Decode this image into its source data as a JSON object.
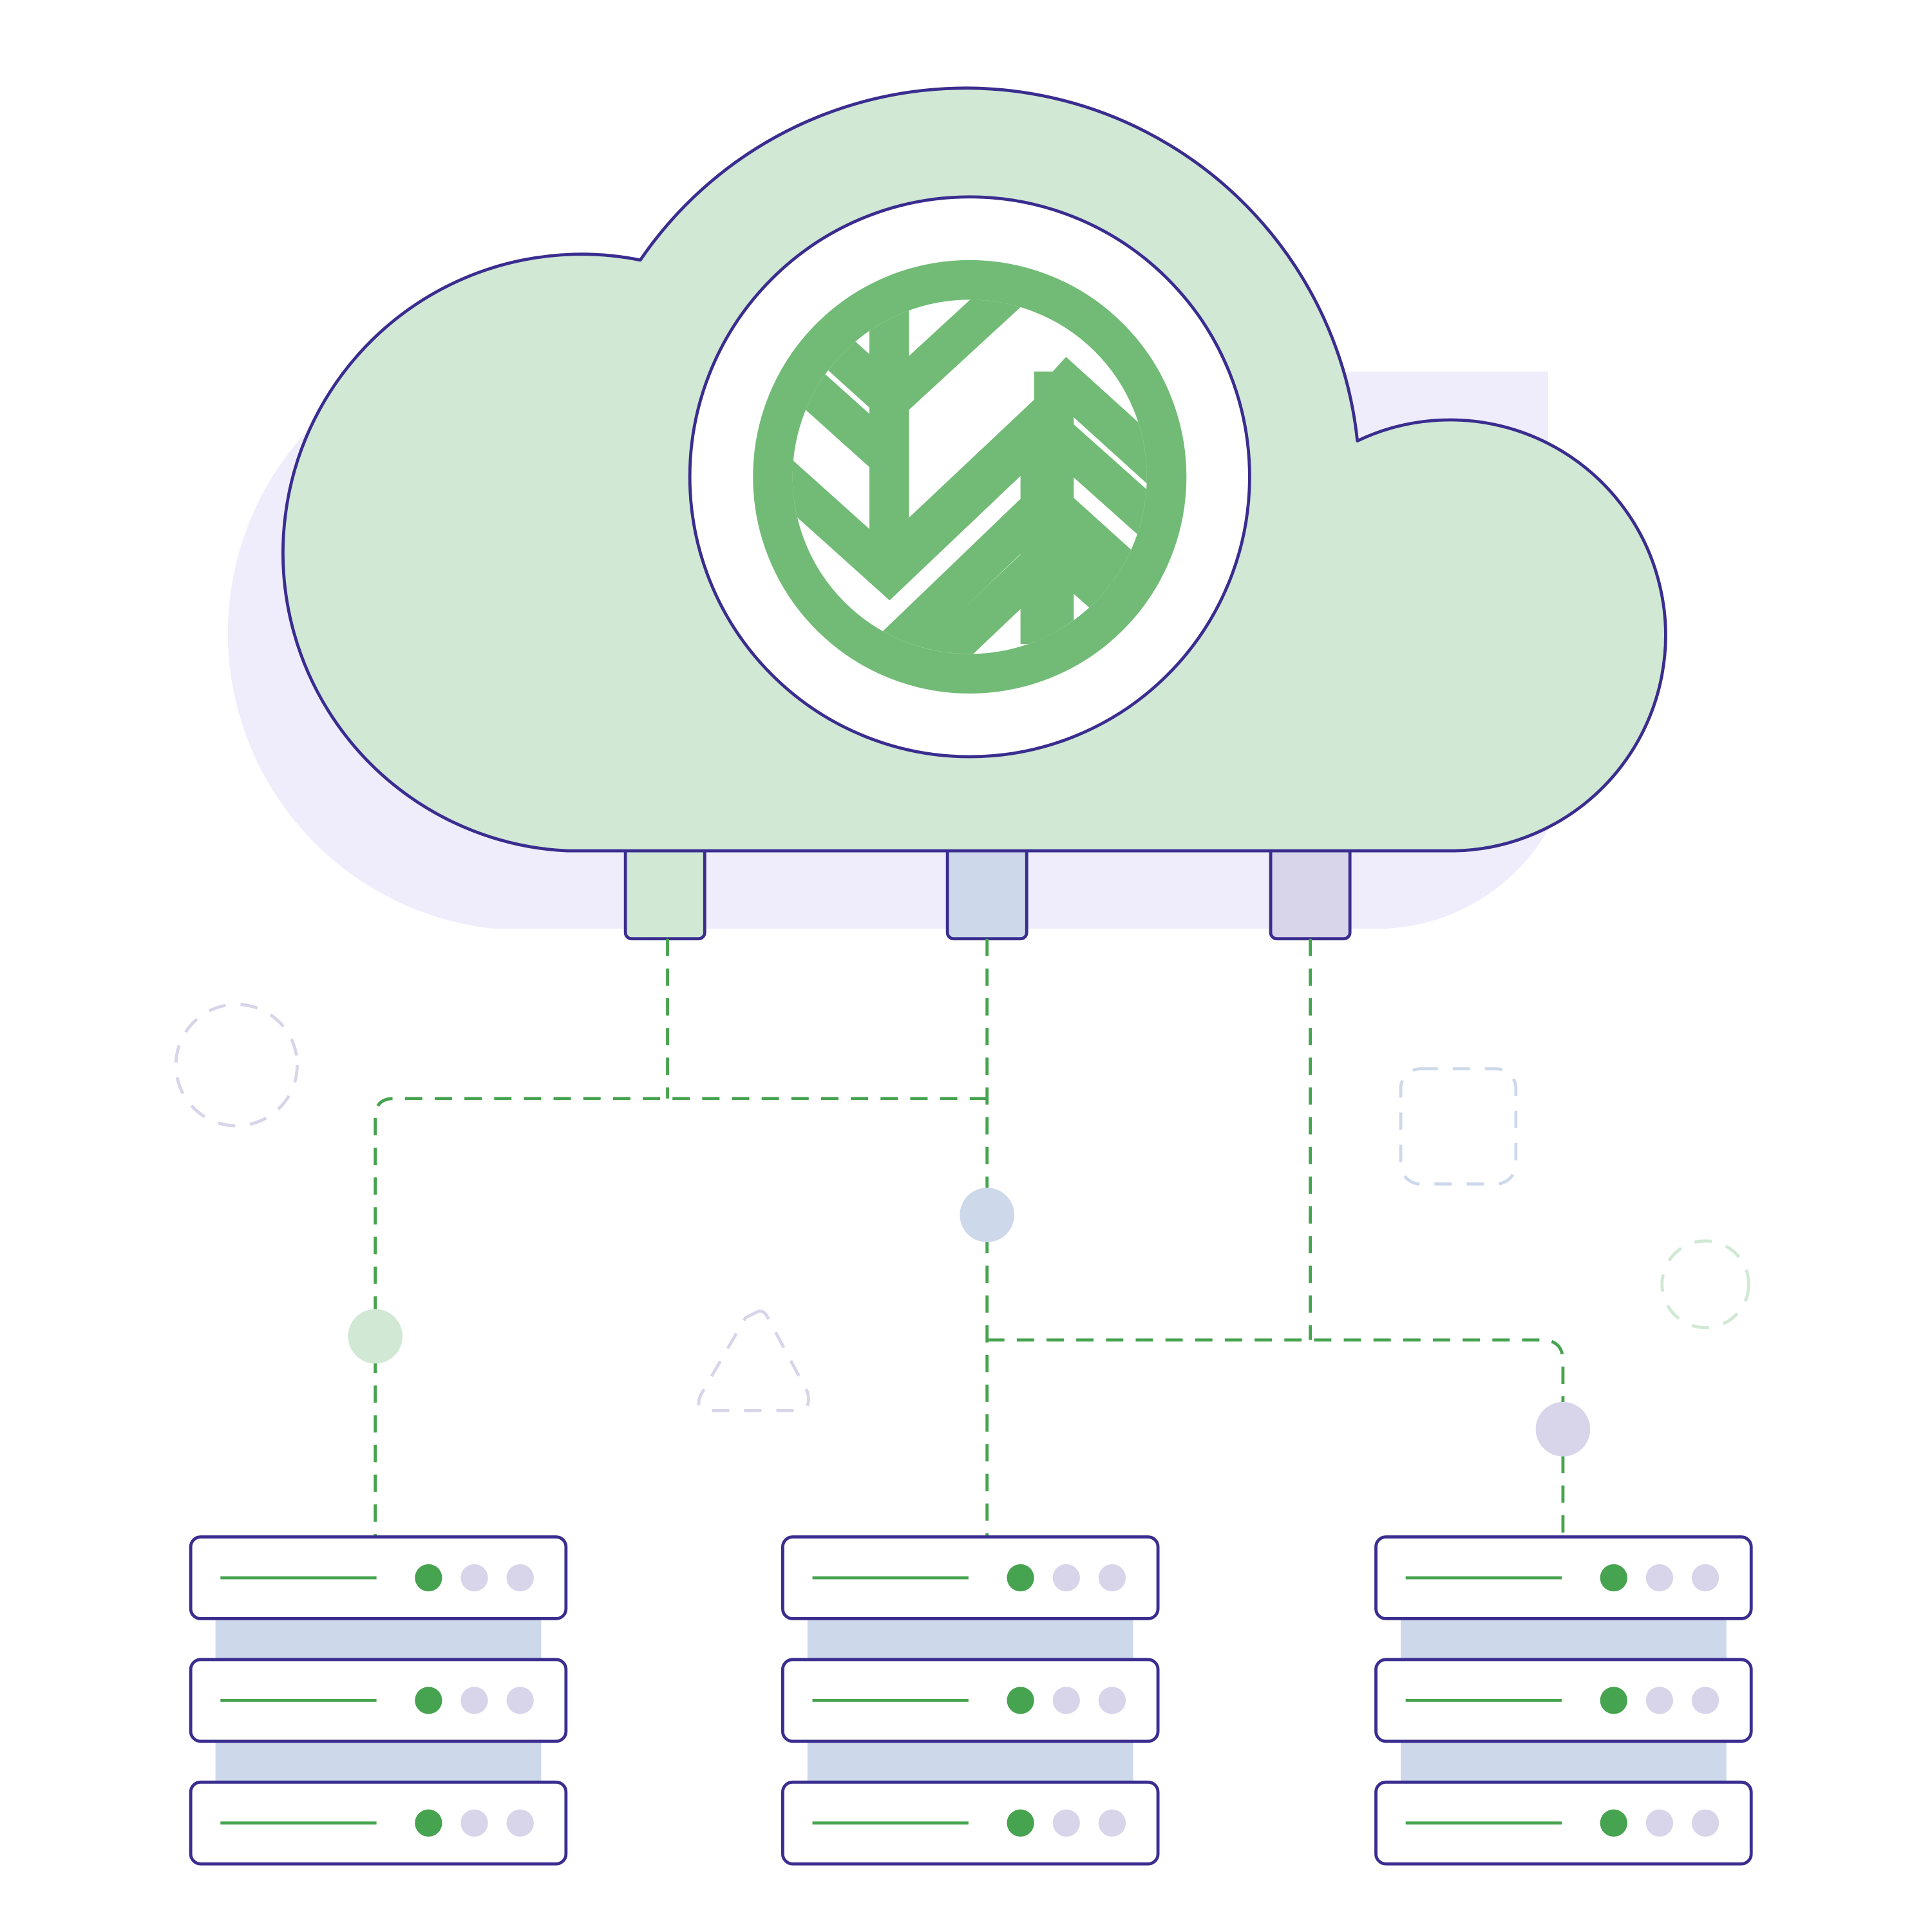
{
  "diagram": {
    "type": "cloud-to-server-network",
    "logo": {
      "name": "leaf-emblem",
      "color": "#72bb76"
    },
    "cloud": {
      "fill": "#d0e8d4",
      "shadow_fill": "#efedfb",
      "stroke": "#3a2d8f"
    },
    "connectors": [
      {
        "name": "connector-green",
        "fill": "#d0e8d4"
      },
      {
        "name": "connector-blue",
        "fill": "#cdd9ea"
      },
      {
        "name": "connector-purple",
        "fill": "#d8d4ea"
      }
    ],
    "junction_nodes": [
      {
        "name": "node-green",
        "fill": "#d0e8d4"
      },
      {
        "name": "node-blue",
        "fill": "#cdd9ea"
      },
      {
        "name": "node-purple",
        "fill": "#d8d4ea"
      }
    ],
    "dashed_line_color": "#46a34f",
    "server_racks": [
      {
        "name": "server-rack-left",
        "units": 3
      },
      {
        "name": "server-rack-center",
        "units": 3
      },
      {
        "name": "server-rack-right",
        "units": 3
      }
    ],
    "server_unit": {
      "status_led_color": "#46a34f",
      "idle_led_color": "#d8d4ea",
      "label_line_color": "#46a34f",
      "spacer_fill": "#cdd9ea",
      "stroke": "#3a2d8f"
    },
    "decorations": [
      {
        "name": "dashed-circle-decoration",
        "stroke": "#d8d4ea"
      },
      {
        "name": "dashed-square-decoration",
        "stroke": "#cdd9ea"
      },
      {
        "name": "dashed-triangle-decoration",
        "stroke": "#d8d4ea"
      },
      {
        "name": "dashed-small-circle-decoration",
        "stroke": "#d0e8d4"
      }
    ]
  }
}
